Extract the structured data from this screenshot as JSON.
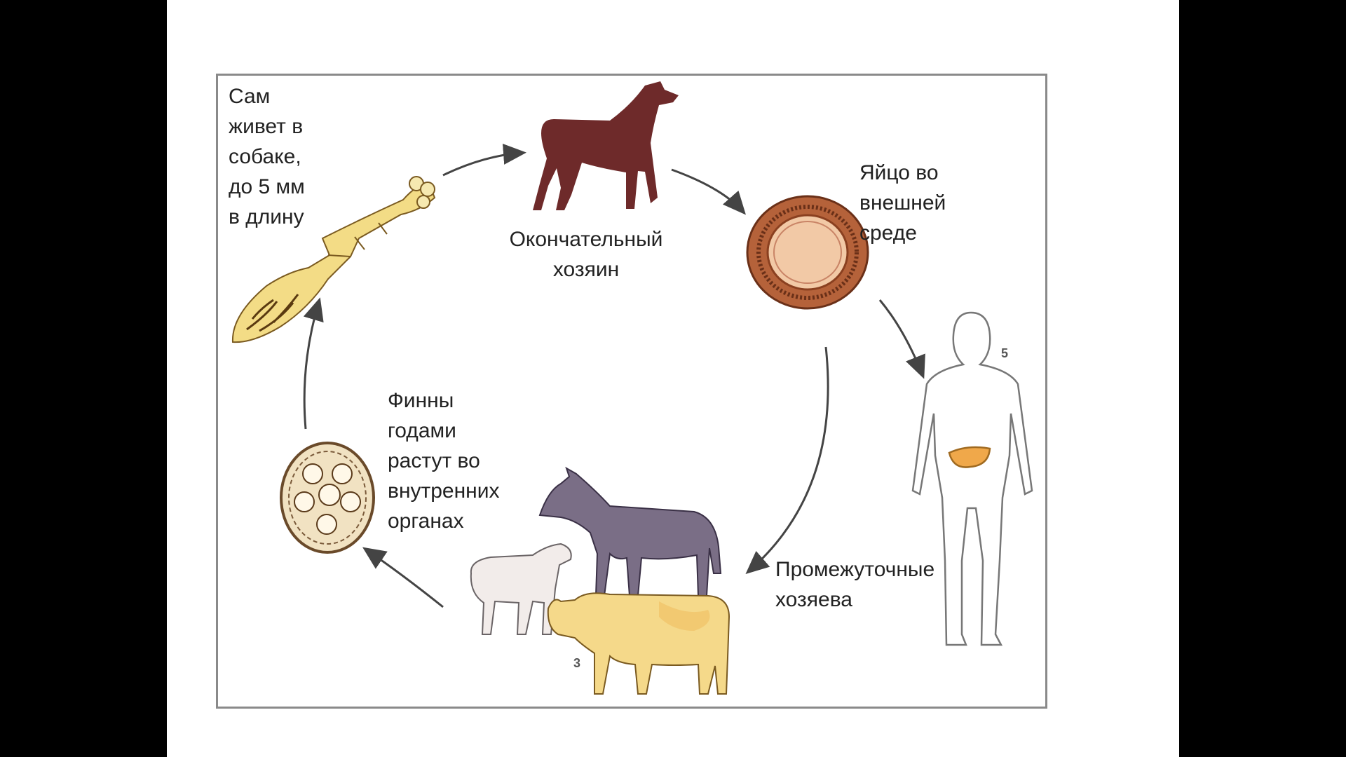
{
  "labels": {
    "tapeworm": "Сам\nживет в\nсобаке,\nдо 5 мм\nв длину",
    "definitive_host": "Окончательный\nхозяин",
    "egg": "Яйцо во\nвнешней\nсреде",
    "cysts": "Финны\nгодами\nрастут во\nвнутренних\nорганах",
    "intermediate_hosts": "Промежуточные\nхозяева",
    "figure_num_human": "5",
    "figure_num_cattle": "3"
  },
  "colors": {
    "dog": "#6e2a2a",
    "egg_outer": "#b5623a",
    "egg_inner": "#f2c9a6",
    "worm": "#f3dc86",
    "cyst": "#f1e2c2",
    "horse": "#7a6e86",
    "cow": "#f5d98a",
    "sheep": "#f2ecea",
    "liver": "#f0a84a",
    "arrow": "#444444"
  },
  "icons": [
    "dog-illustration",
    "egg-illustration",
    "tapeworm-illustration",
    "cyst-illustration",
    "horse-illustration",
    "cow-illustration",
    "sheep-illustration",
    "human-silhouette"
  ]
}
